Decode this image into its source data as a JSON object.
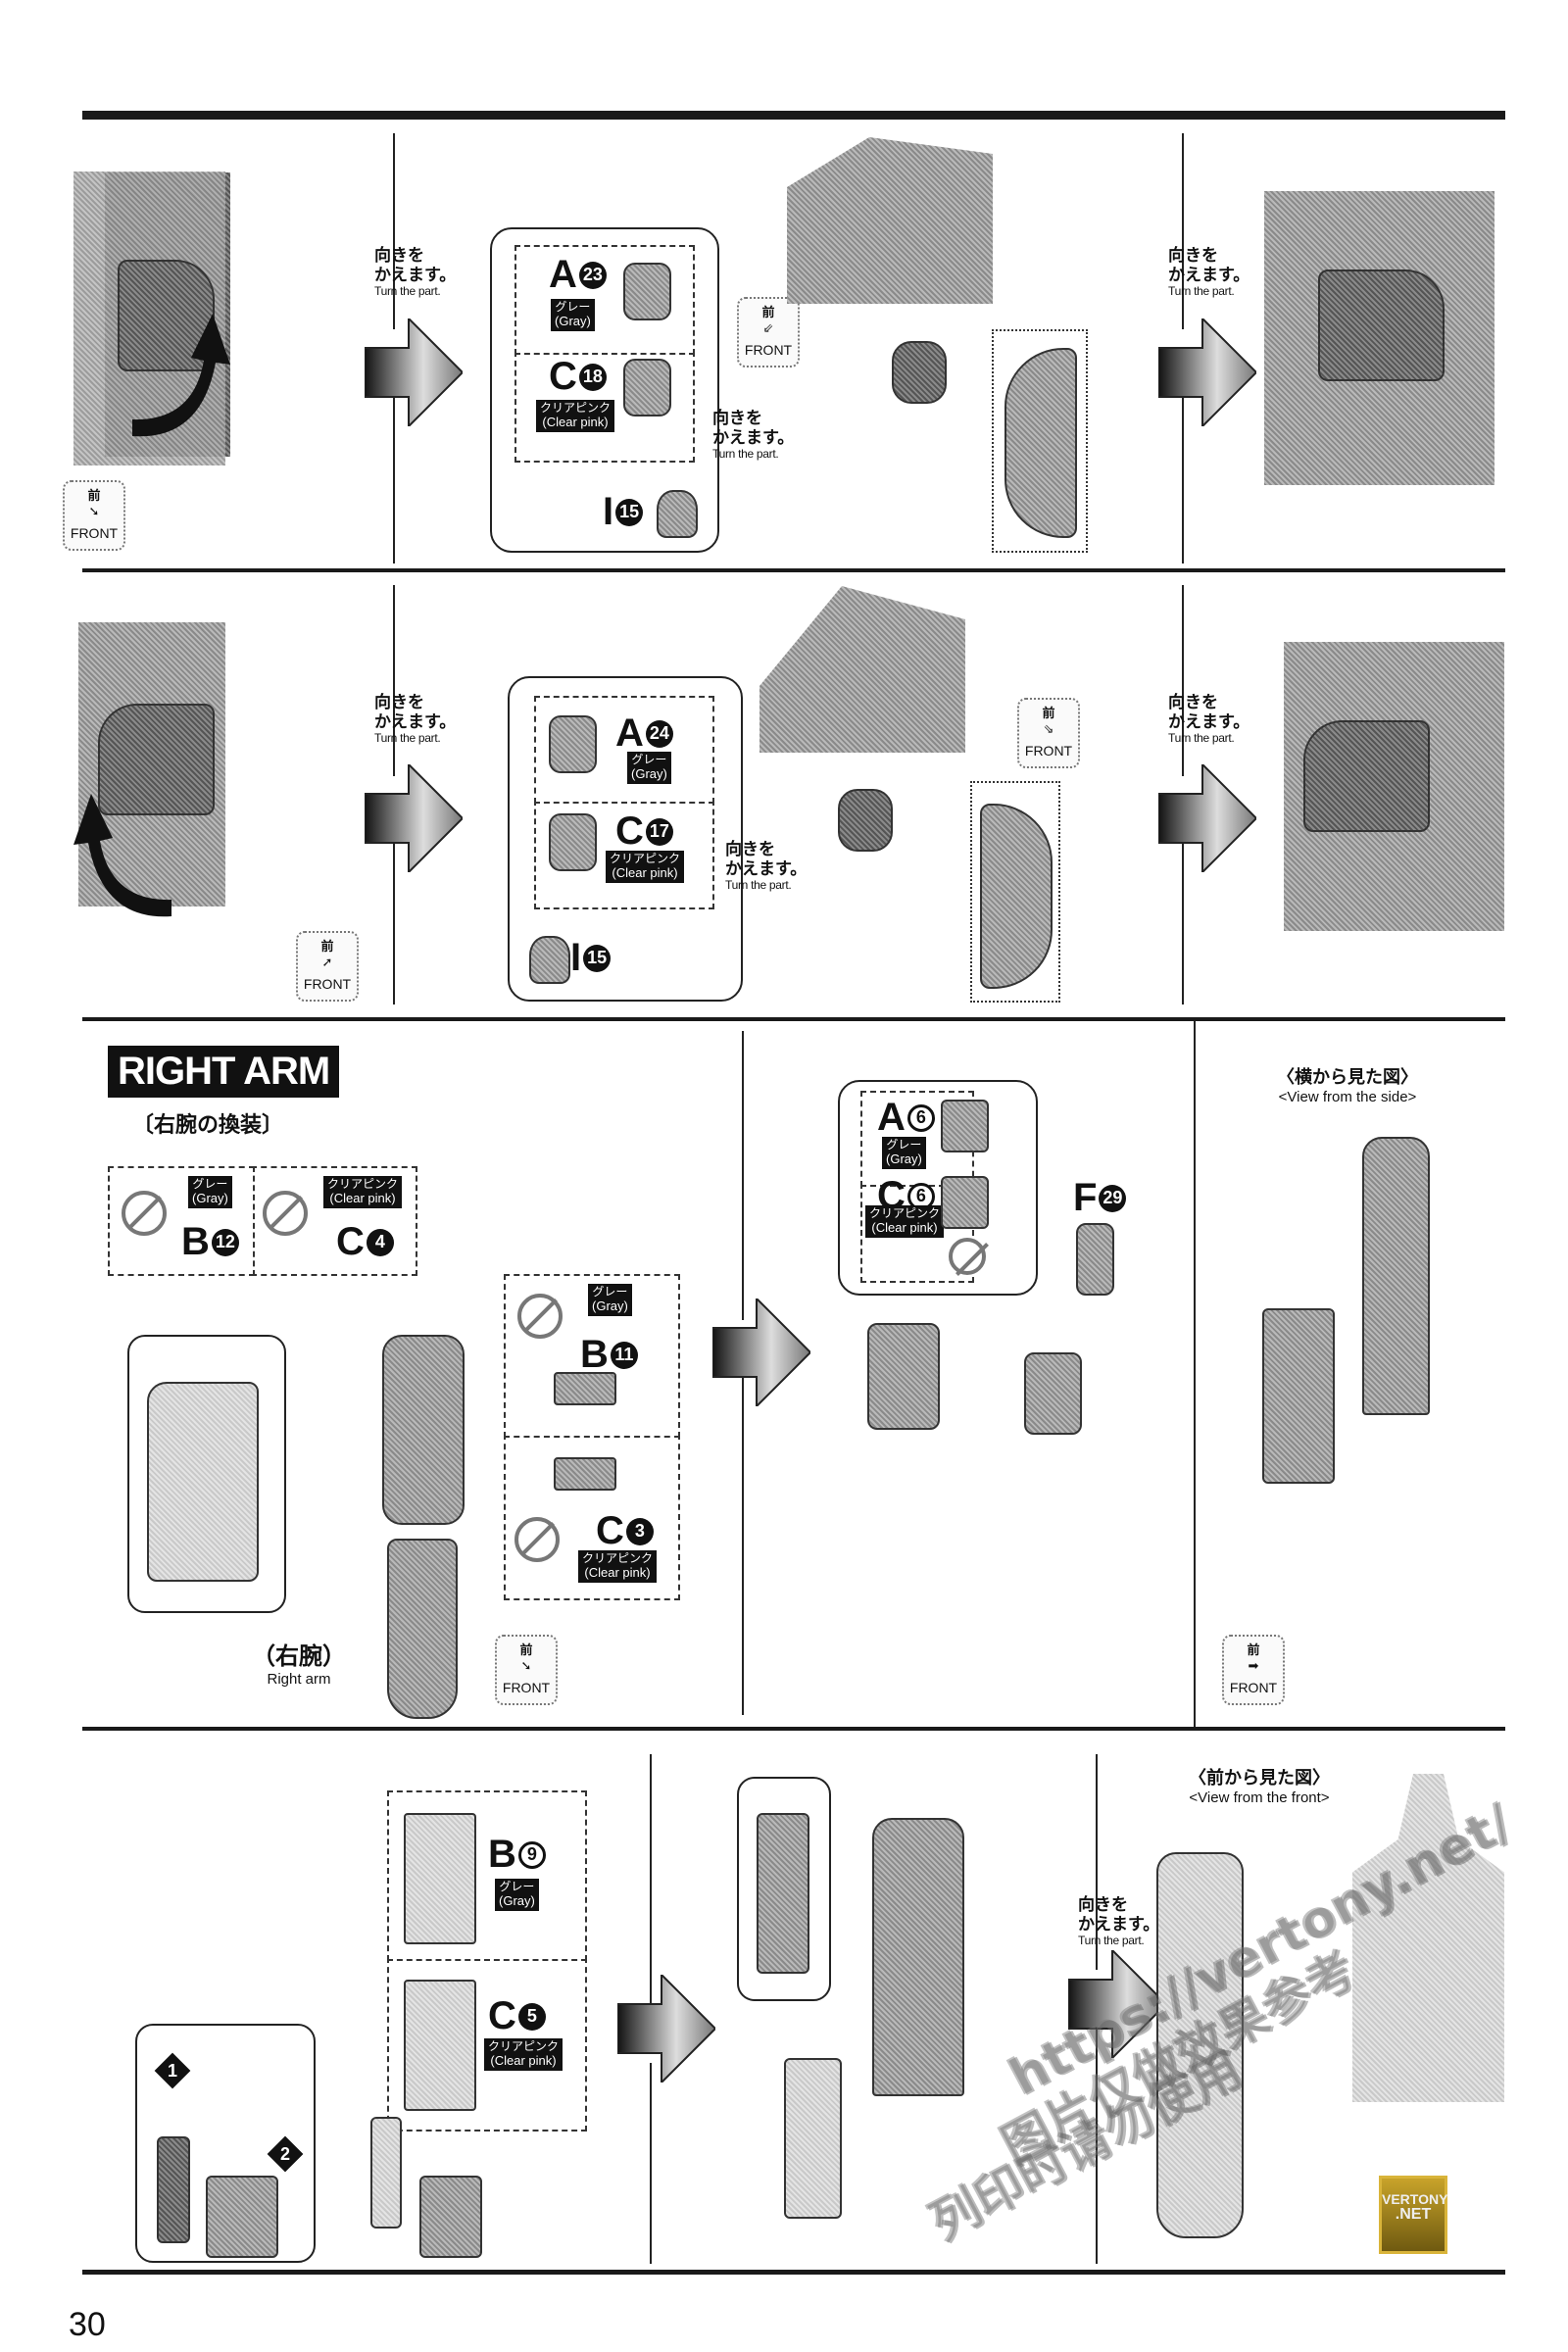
{
  "page": {
    "number": "30",
    "watermark_url": "https://vertony.net/",
    "watermark_cn_line1": "图片仅做效果参考",
    "watermark_cn_line2": "列印时请勿使用",
    "badge_line1": "VERTONY",
    "badge_line2": ".NET"
  },
  "common": {
    "turn_jp_1": "向きを",
    "turn_jp_2": "かえます。",
    "turn_en": "Turn the part.",
    "front_jp": "前",
    "front_en": "FRONT",
    "gray_jp": "グレー",
    "gray_en": "(Gray)",
    "pink_jp": "クリアピンク",
    "pink_en": "(Clear pink)"
  },
  "step1": {
    "parts": [
      {
        "runner": "A",
        "number": "23",
        "color": "gray"
      },
      {
        "runner": "C",
        "number": "18",
        "color": "pink"
      },
      {
        "runner": "I",
        "number": "15"
      }
    ]
  },
  "step2": {
    "parts": [
      {
        "runner": "A",
        "number": "24",
        "color": "gray"
      },
      {
        "runner": "C",
        "number": "17",
        "color": "pink"
      },
      {
        "runner": "I",
        "number": "15"
      }
    ]
  },
  "right_arm": {
    "heading": "RIGHT ARM",
    "subheading": "〔右腕の換装〕",
    "arm_label_jp": "（右腕）",
    "arm_label_en": "Right arm",
    "parts_top": [
      {
        "runner": "B",
        "number": "12",
        "color": "gray"
      },
      {
        "runner": "C",
        "number": "4",
        "color": "pink"
      }
    ],
    "parts_side": [
      {
        "runner": "B",
        "number": "11",
        "color": "gray"
      },
      {
        "runner": "C",
        "number": "3",
        "color": "pink"
      }
    ],
    "parts_callout": [
      {
        "runner": "A",
        "number": "6",
        "color": "gray"
      },
      {
        "runner": "C",
        "number": "6",
        "color": "pink"
      },
      {
        "runner": "F",
        "number": "29"
      }
    ],
    "side_view_jp": "〈横から見た図〉",
    "side_view_en": "<View from the side>"
  },
  "step4": {
    "parts": [
      {
        "runner": "B",
        "number": "9",
        "color": "gray"
      },
      {
        "runner": "C",
        "number": "5",
        "color": "pink"
      }
    ],
    "order_1": "1",
    "order_2": "2",
    "front_view_jp": "〈前から見た図〉",
    "front_view_en": "<View from the front>"
  }
}
